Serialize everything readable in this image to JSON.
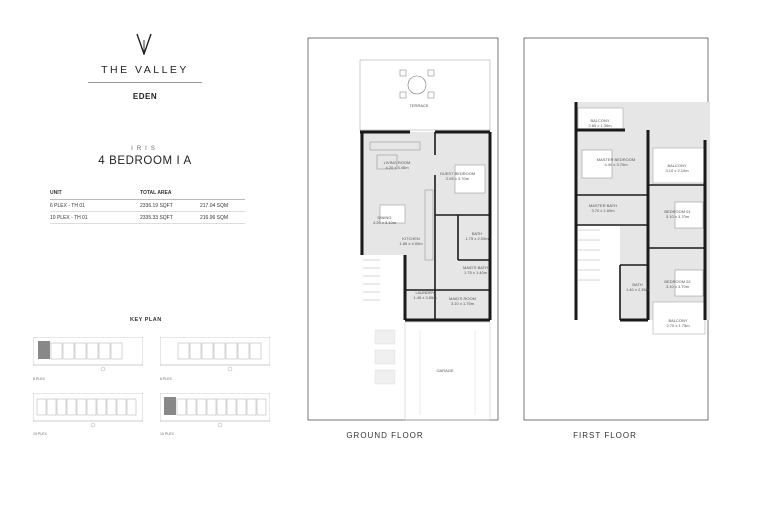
{
  "brand": {
    "name": "THE VALLEY",
    "sub": "EDEN"
  },
  "unit": {
    "series": "IRIS",
    "type": "4 BEDROOM I A"
  },
  "area_table": {
    "headers": [
      "UNIT",
      "TOTAL AREA",
      ""
    ],
    "rows": [
      [
        "6 PLEX - TH 01",
        "2336.19 SQFT",
        "217.04 SQM"
      ],
      [
        "10 PLEX - TH 01",
        "2335.33 SQFT",
        "216.96 SQM"
      ]
    ]
  },
  "key_plan": {
    "title": "KEY PLAN",
    "plans": [
      {
        "label": "6 PLEX"
      },
      {
        "label": "6 PLEX"
      },
      {
        "label": "10 PLEX"
      },
      {
        "label": "10 PLEX"
      }
    ]
  },
  "ground_floor": {
    "label": "GROUND FLOOR",
    "rooms": {
      "terrace": "TERRACE",
      "living": {
        "name": "LIVING ROOM",
        "dim": "4.20 x 3.45m"
      },
      "guest": {
        "name": "GUEST BEDROOM",
        "dim": "2.95 x 3.70m"
      },
      "dining": {
        "name": "DINING",
        "dim": "4.20 x 3.10m"
      },
      "kitchen": {
        "name": "KITCHEN",
        "dim": "1.85 x 4.90m"
      },
      "bath": {
        "name": "BATH",
        "dim": "1.75 x 2.00m"
      },
      "maids_bath": {
        "name": "MAID'S BATH",
        "dim": "1.75 x 1.40m"
      },
      "laundry": {
        "name": "LAUNDRY",
        "dim": "1.45 x 3.85m"
      },
      "maids_room": {
        "name": "MAID'S ROOM",
        "dim": "3.10 x 1.75m"
      },
      "garage": "GARAGE"
    }
  },
  "first_floor": {
    "label": "FIRST FLOOR",
    "rooms": {
      "balcony_top": {
        "name": "BALCONY",
        "dim": "2.85 x 1.35m"
      },
      "master": {
        "name": "MASTER BEDROOM",
        "dim": "4.40 x 3.70m"
      },
      "balcony_right": {
        "name": "BALCONY",
        "dim": "3.10 x 2.10m"
      },
      "master_bath": {
        "name": "MASTER BATH",
        "dim": "3.70 x 1.60m"
      },
      "bed1": {
        "name": "BEDROOM 01",
        "dim": "3.10 x 3.70m"
      },
      "bath": {
        "name": "BATH",
        "dim": "1.40 x 2.35m"
      },
      "bed2": {
        "name": "BEDROOM 02",
        "dim": "3.10 x 3.70m"
      },
      "balcony_bottom": {
        "name": "BALCONY",
        "dim": "2.70 x 1.75m"
      }
    }
  },
  "colors": {
    "wall": "#1a1a1a",
    "floor_fill": "#e6e6e6",
    "line": "#444444"
  }
}
